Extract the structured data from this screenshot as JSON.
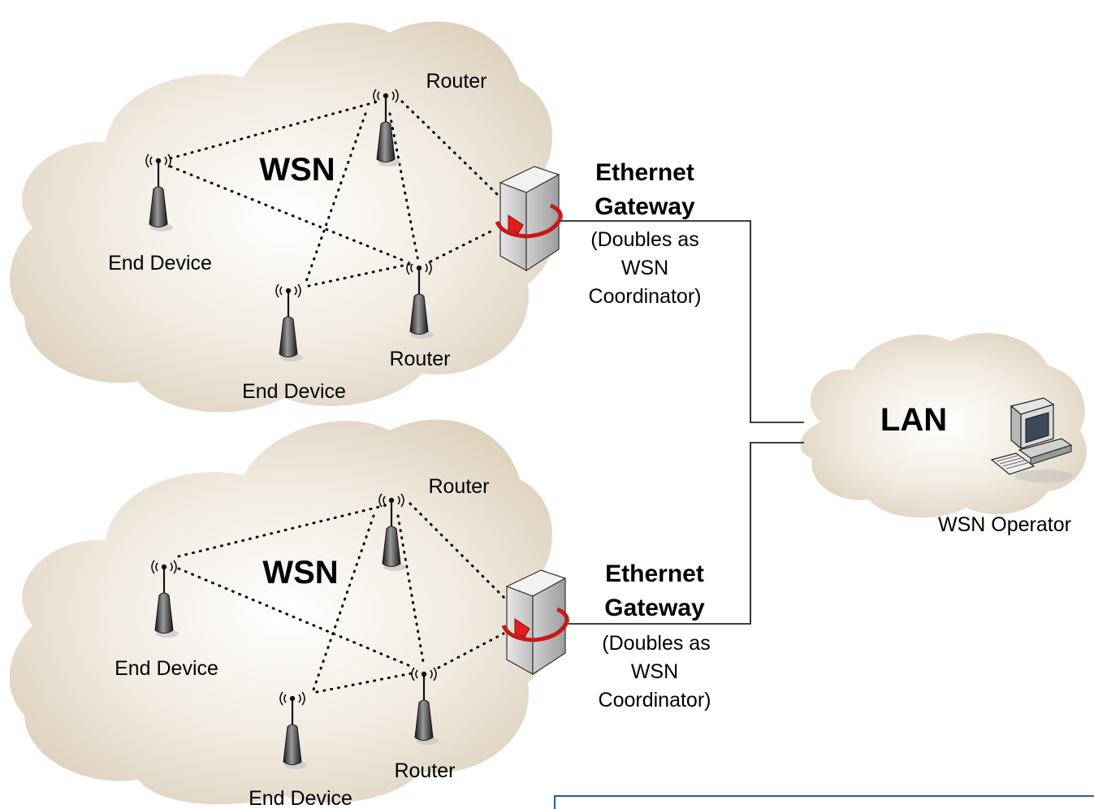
{
  "networks": [
    {
      "cloud_label": "WSN",
      "gateway": {
        "title_line1": "Ethernet",
        "title_line2": "Gateway",
        "note_line1": "(Doubles as",
        "note_line2": "WSN",
        "note_line3": "Coordinator)"
      },
      "nodes": [
        {
          "label": "Router"
        },
        {
          "label": "End Device"
        },
        {
          "label": "Router"
        },
        {
          "label": "End Device"
        }
      ]
    },
    {
      "cloud_label": "WSN",
      "gateway": {
        "title_line1": "Ethernet",
        "title_line2": "Gateway",
        "note_line1": "(Doubles as",
        "note_line2": "WSN",
        "note_line3": "Coordinator)"
      },
      "nodes": [
        {
          "label": "Router"
        },
        {
          "label": "End Device"
        },
        {
          "label": "Router"
        },
        {
          "label": "End Device"
        }
      ]
    }
  ],
  "lan": {
    "label": "LAN",
    "operator_label": "WSN Operator"
  },
  "colors": {
    "cloud": "#e8ddcc",
    "arrow": "#e02020",
    "frame": "#2a5d9f"
  }
}
